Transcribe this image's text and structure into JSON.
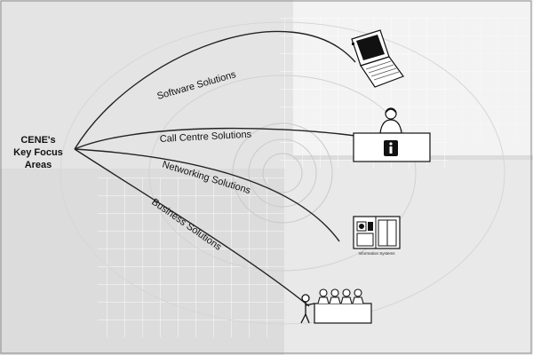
{
  "center_label": {
    "line1": "CENE's",
    "line2": "Key Focus",
    "line3": "Areas"
  },
  "branches": [
    {
      "label": "Software Solutions",
      "icon": "laptop-icon"
    },
    {
      "label": "Call Centre Solutions",
      "icon": "call-centre-desk-icon"
    },
    {
      "label": "Networking Solutions",
      "icon": "server-cabinet-icon"
    },
    {
      "label": "Business Solutions",
      "icon": "business-meeting-icon"
    }
  ],
  "server_caption": "Information Systems",
  "colors": {
    "background": "#e2e2e2",
    "panel_light": "#f7f7f7",
    "grid": "#ffffff",
    "curve": "#222222",
    "text": "#111111"
  }
}
